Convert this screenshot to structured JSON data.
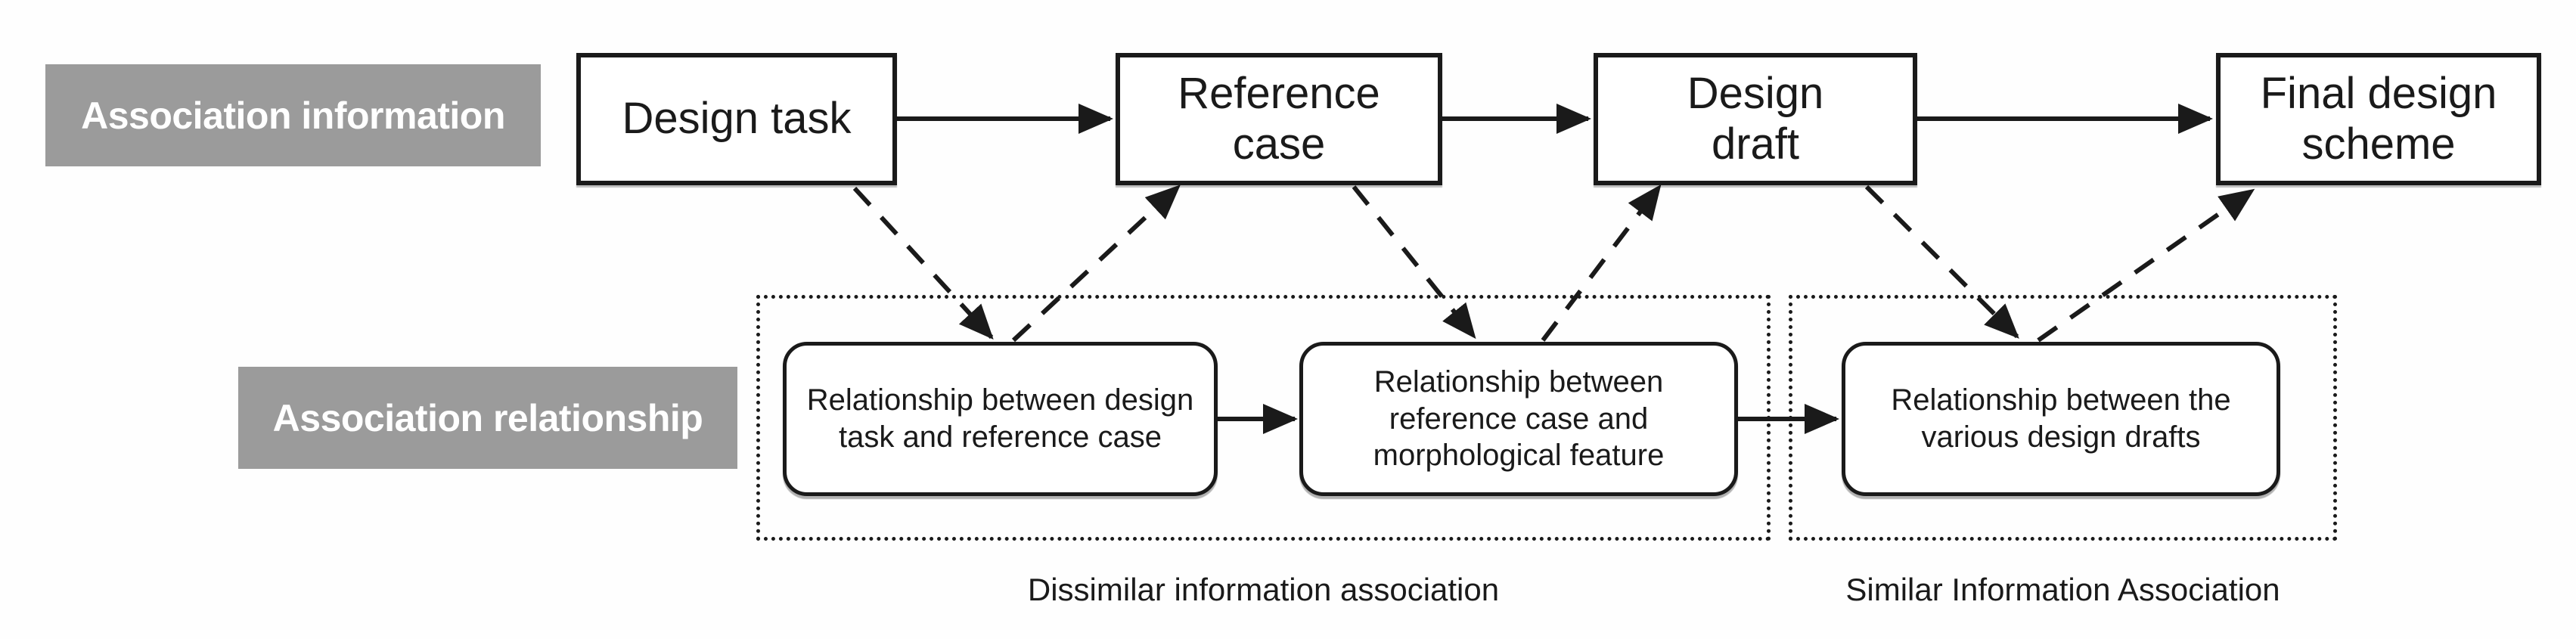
{
  "figure": {
    "background": "#fefefe",
    "ink": "#1a1a1a",
    "row_label_bg": "#9b9b9b",
    "row_label_fg": "#ffffff"
  },
  "rows": {
    "information": {
      "label": "Association information"
    },
    "relationship": {
      "label": "Association relationship"
    }
  },
  "information_nodes": [
    {
      "id": "design-task",
      "label": "Design task"
    },
    {
      "id": "reference-case",
      "label": "Reference\ncase"
    },
    {
      "id": "design-draft",
      "label": "Design\ndraft"
    },
    {
      "id": "final-design-scheme",
      "label": "Final design\nscheme"
    }
  ],
  "relationship_nodes": [
    {
      "id": "task-reference",
      "label": "Relationship between design task and reference case"
    },
    {
      "id": "reference-morphology",
      "label": "Relationship between reference case and morphological feature"
    },
    {
      "id": "draft-variants",
      "label": "Relationship between the various design drafts"
    }
  ],
  "groups": [
    {
      "id": "dissimilar",
      "caption": "Dissimilar information association"
    },
    {
      "id": "similar",
      "caption": "Similar Information Association"
    }
  ]
}
